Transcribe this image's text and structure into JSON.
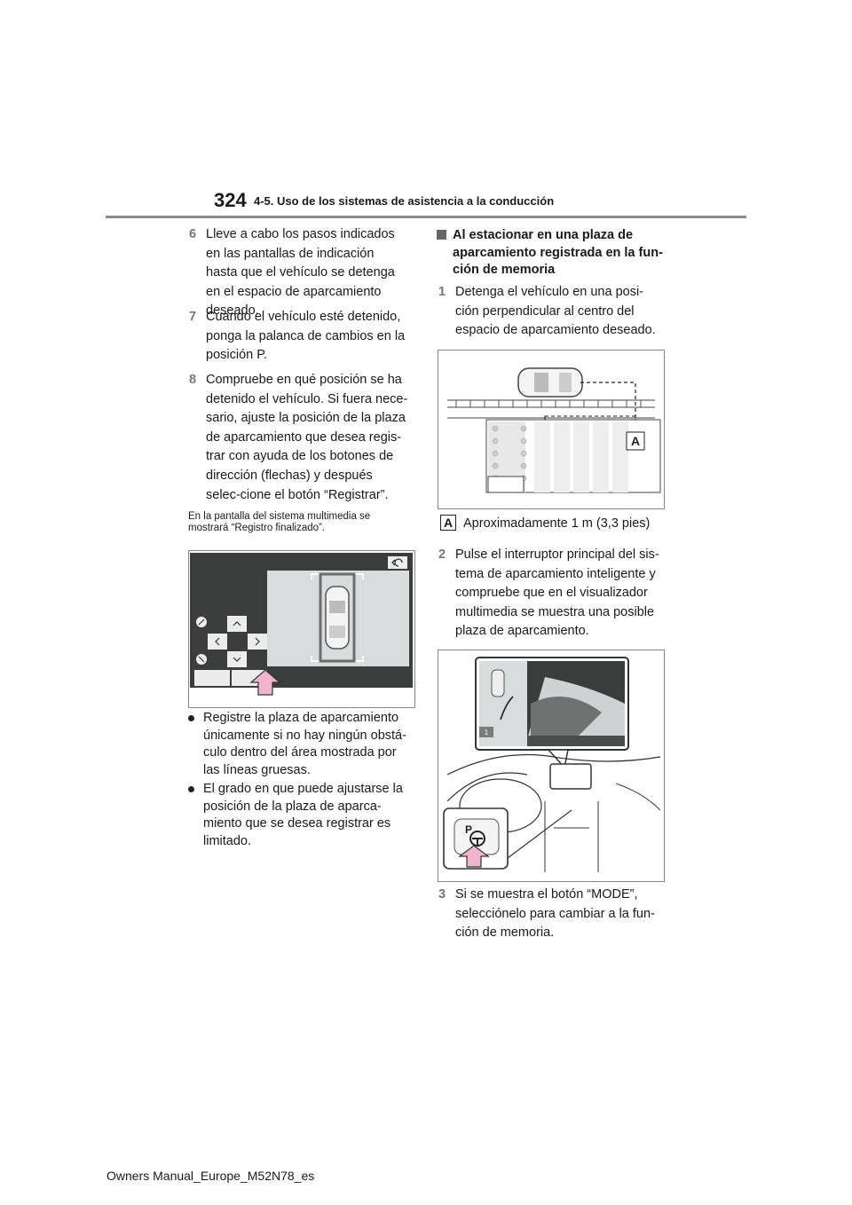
{
  "header": {
    "page_number": "324",
    "section_title": "4-5. Uso de los sistemas de asistencia a la conducción"
  },
  "left_column": {
    "steps": [
      {
        "num": "6",
        "text": "Lleve a cabo los pasos indicados en las pantallas de indicación hasta que el vehículo se detenga en el espacio de aparcamiento deseado."
      },
      {
        "num": "7",
        "text": "Cuando el vehículo esté detenido, ponga la palanca de cambios en la posición P."
      },
      {
        "num": "8",
        "text": "Compruebe en qué posición se ha detenido el vehículo. Si fuera nece-sario, ajuste la posición de la plaza de aparcamiento que desea regis-trar con ayuda de los botones de dirección (flechas) y después selec-cione el botón “Registrar”."
      }
    ],
    "note": "En la pantalla del sistema multimedia se mostrará “Registro finalizado”.",
    "bullets": [
      "Registre la plaza de aparcamiento únicamente si no hay ningún obstá-culo dentro del área mostrada por las líneas gruesas.",
      "El grado en que puede ajustarse la posición de la plaza de aparca-miento que se desea registrar es limitado."
    ]
  },
  "right_column": {
    "subhead": "Al estacionar en una plaza de aparcamiento registrada en la fun-ción de memoria",
    "steps": [
      {
        "num": "1",
        "text": "Detenga el vehículo en una posi-ción perpendicular al centro del espacio de aparcamiento deseado."
      },
      {
        "num": "2",
        "text": "Pulse el interruptor principal del sis-tema de aparcamiento inteligente y compruebe que en el visualizador multimedia se muestra una posible plaza de aparcamiento."
      },
      {
        "num": "3",
        "text": "Si se muestra el botón “MODE”, selecciónelo para cambiar a la fun-ción de memoria."
      }
    ],
    "callout_label": "A",
    "callout_caption": "Aproximadamente 1 m (3,3 pies)",
    "fig2_key": "P",
    "fig3_badge": "1"
  },
  "footer": {
    "doc_name": "Owners Manual_Europe_M52N78_es"
  },
  "colors": {
    "screen_dark": "#3a3d3c",
    "screen_light": "#d9dcdc",
    "arrow_pink": "#f2b5cf",
    "rule_gray": "#8a8a8a"
  }
}
